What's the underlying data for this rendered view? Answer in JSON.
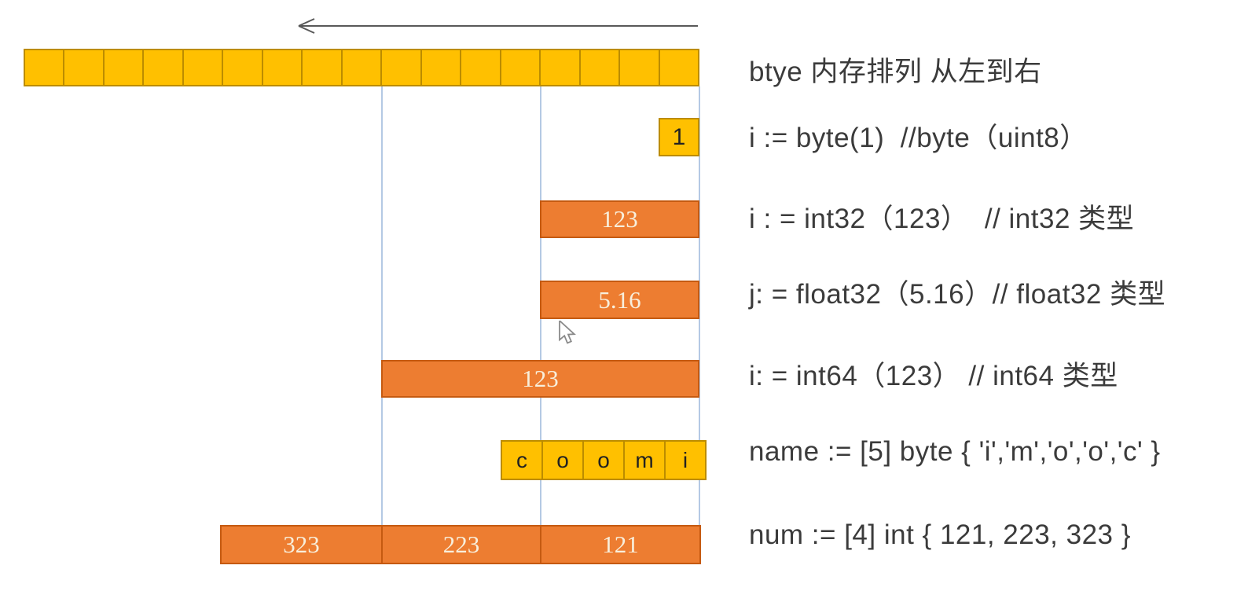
{
  "colors": {
    "cell_fill": "#FFC000",
    "cell_border": "#BC8C00",
    "bar_fill": "#ED7D31",
    "bar_border": "#C55A11",
    "bar_text": "#F8EFDC",
    "guide_line": "#B4C9E4",
    "annotation_text": "#3B3B3B",
    "arrow": "#595959"
  },
  "memory_row": {
    "cell_count": 17
  },
  "arrow": {
    "direction": "left"
  },
  "blocks": {
    "byte_value": "1",
    "int32_value": "123",
    "float32_value": "5.16",
    "int64_value": "123",
    "name_cells": [
      "c",
      "o",
      "o",
      "m",
      "i"
    ],
    "num_segments": [
      "323",
      "223",
      "121"
    ]
  },
  "annotations": [
    {
      "text": "btye 内存排列 从左到右"
    },
    {
      "text": "i := byte(1)  //byte（uint8）"
    },
    {
      "text": "i : = int32（123）  // int32 类型"
    },
    {
      "text": "j: = float32（5.16）// float32 类型"
    },
    {
      "text": "i: = int64（123） // int64 类型"
    },
    {
      "text": "name := [5] byte { 'i','m','o','o','c' }"
    },
    {
      "text": "num := [4] int { 121, 223, 323 }"
    }
  ]
}
